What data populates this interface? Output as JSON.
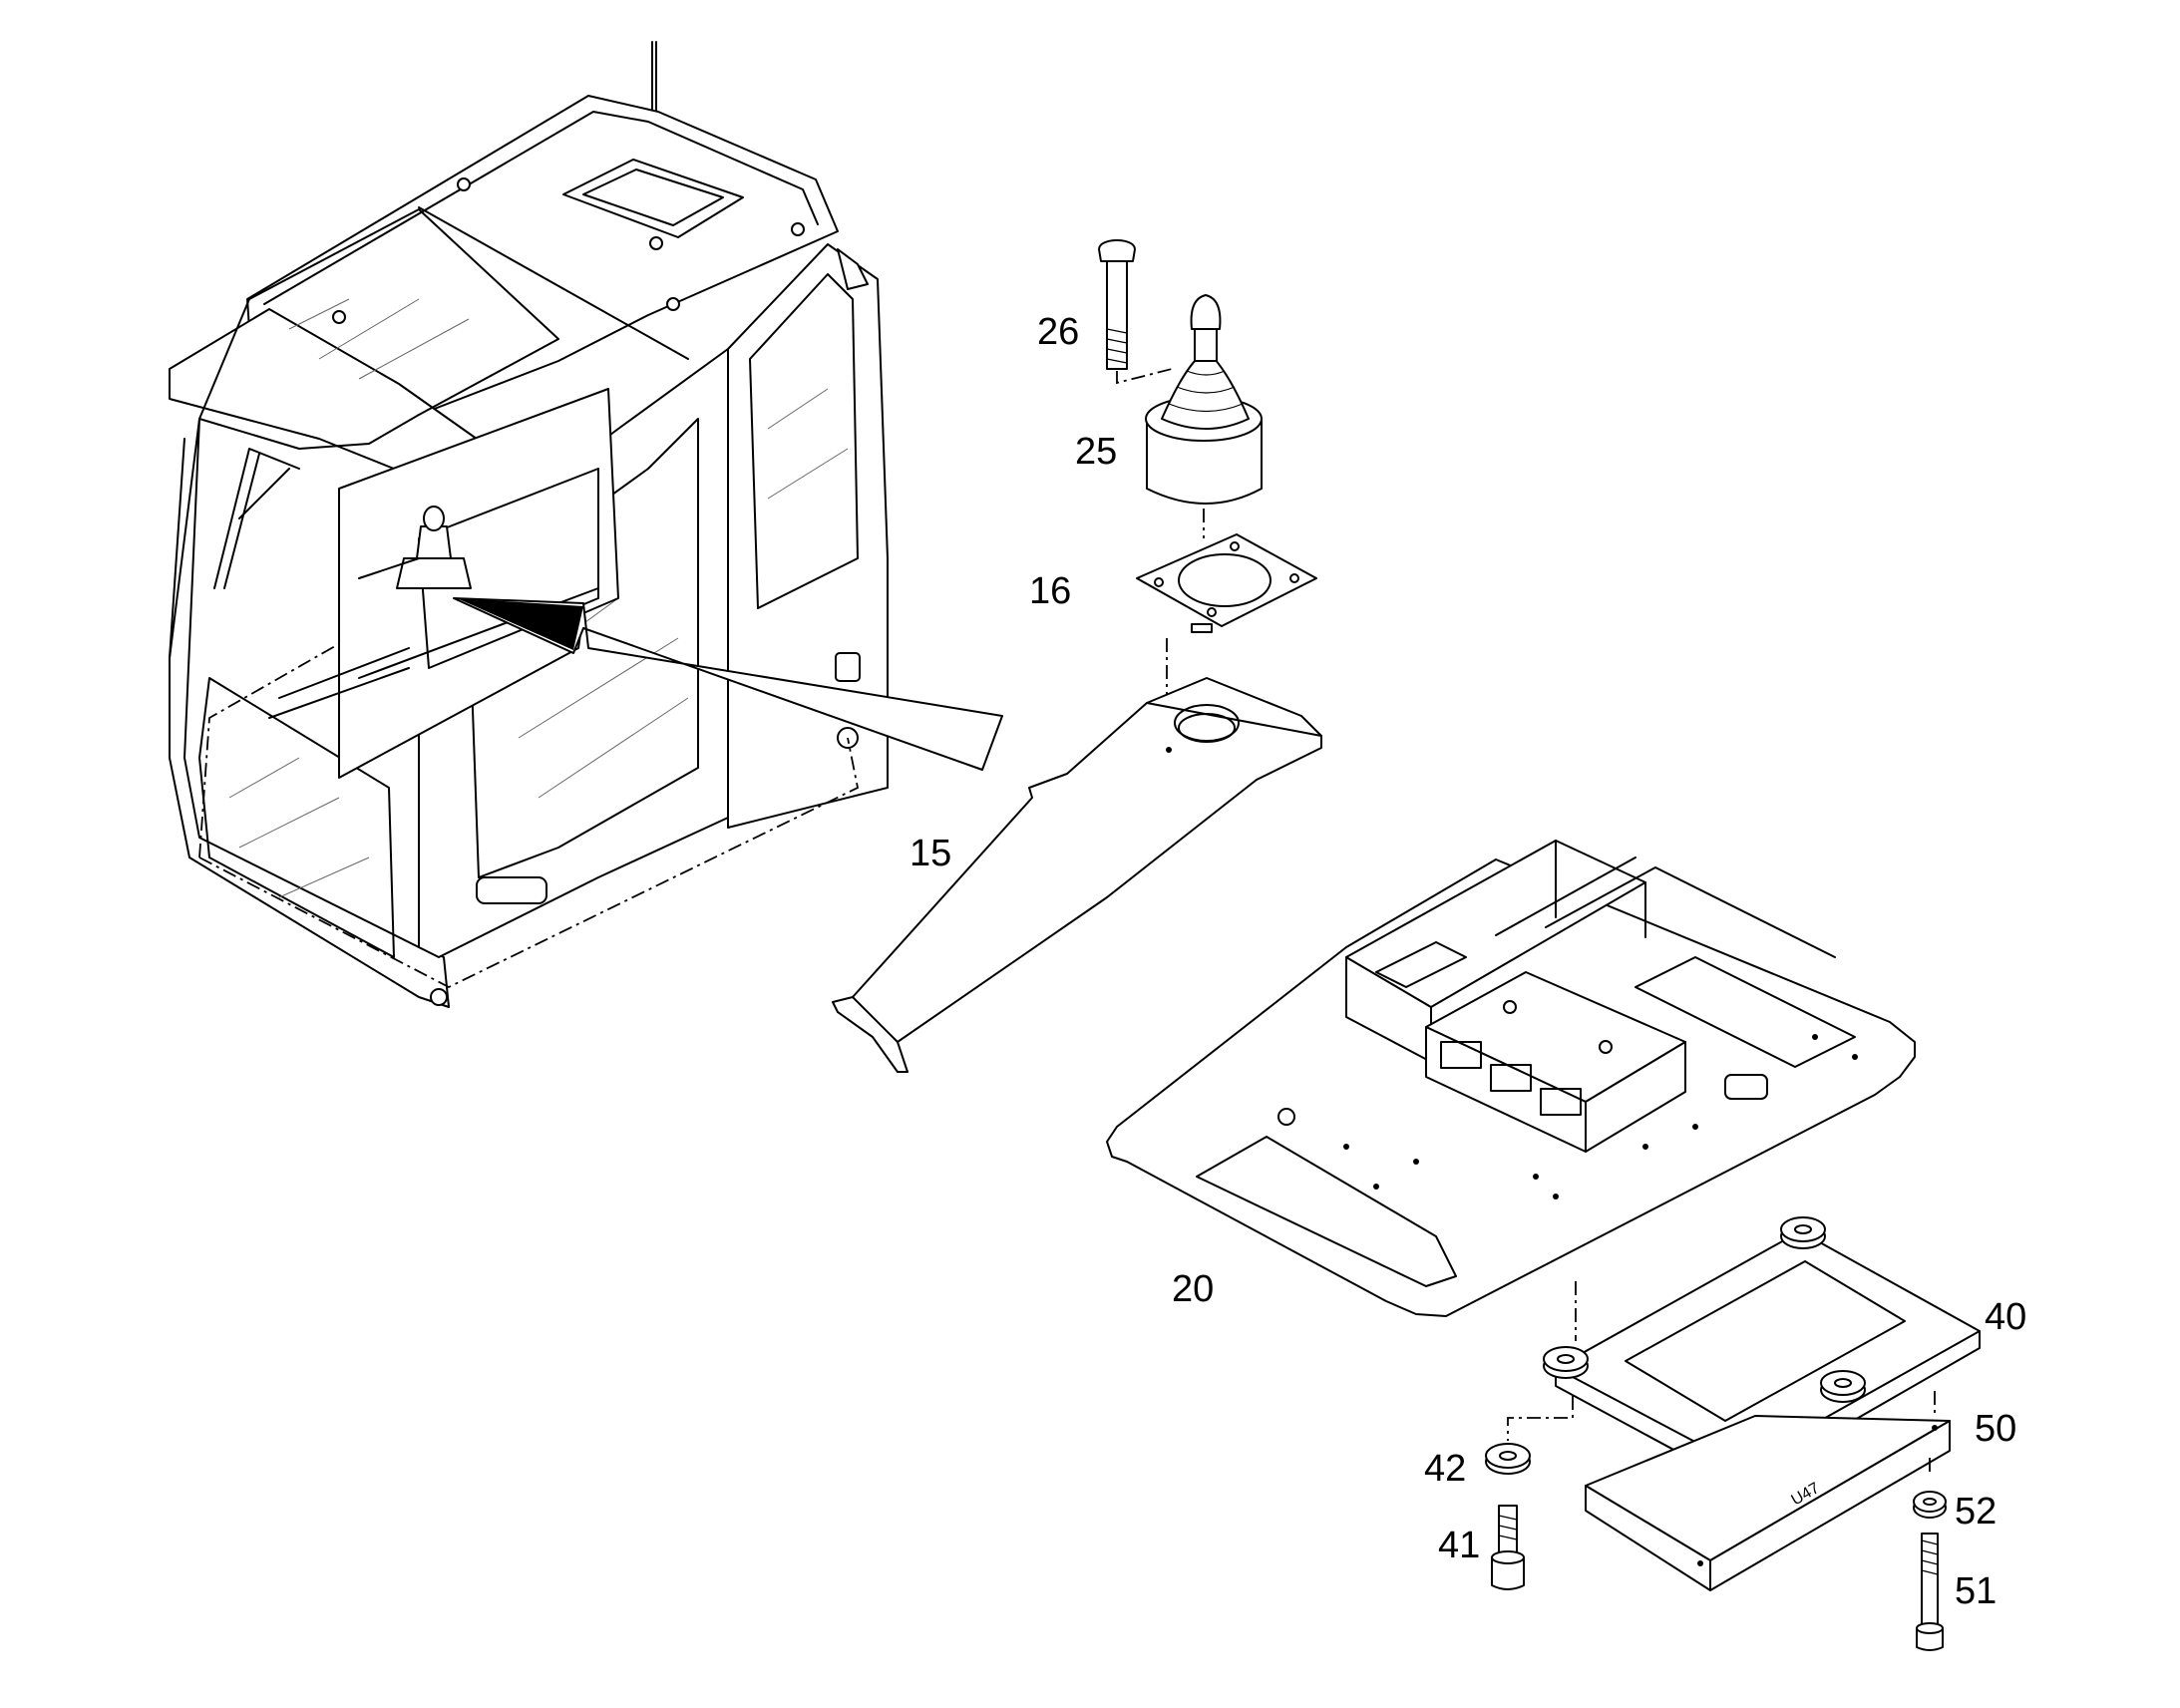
{
  "parts": [
    {
      "id": "p26",
      "label": "26"
    },
    {
      "id": "p25",
      "label": "25"
    },
    {
      "id": "p16",
      "label": "16"
    },
    {
      "id": "p15",
      "label": "15"
    },
    {
      "id": "p20",
      "label": "20"
    },
    {
      "id": "p40",
      "label": "40"
    },
    {
      "id": "p50",
      "label": "50"
    },
    {
      "id": "p42",
      "label": "42"
    },
    {
      "id": "p52",
      "label": "52"
    },
    {
      "id": "p41",
      "label": "41"
    },
    {
      "id": "p51",
      "label": "51"
    }
  ],
  "module_marking": "U47"
}
